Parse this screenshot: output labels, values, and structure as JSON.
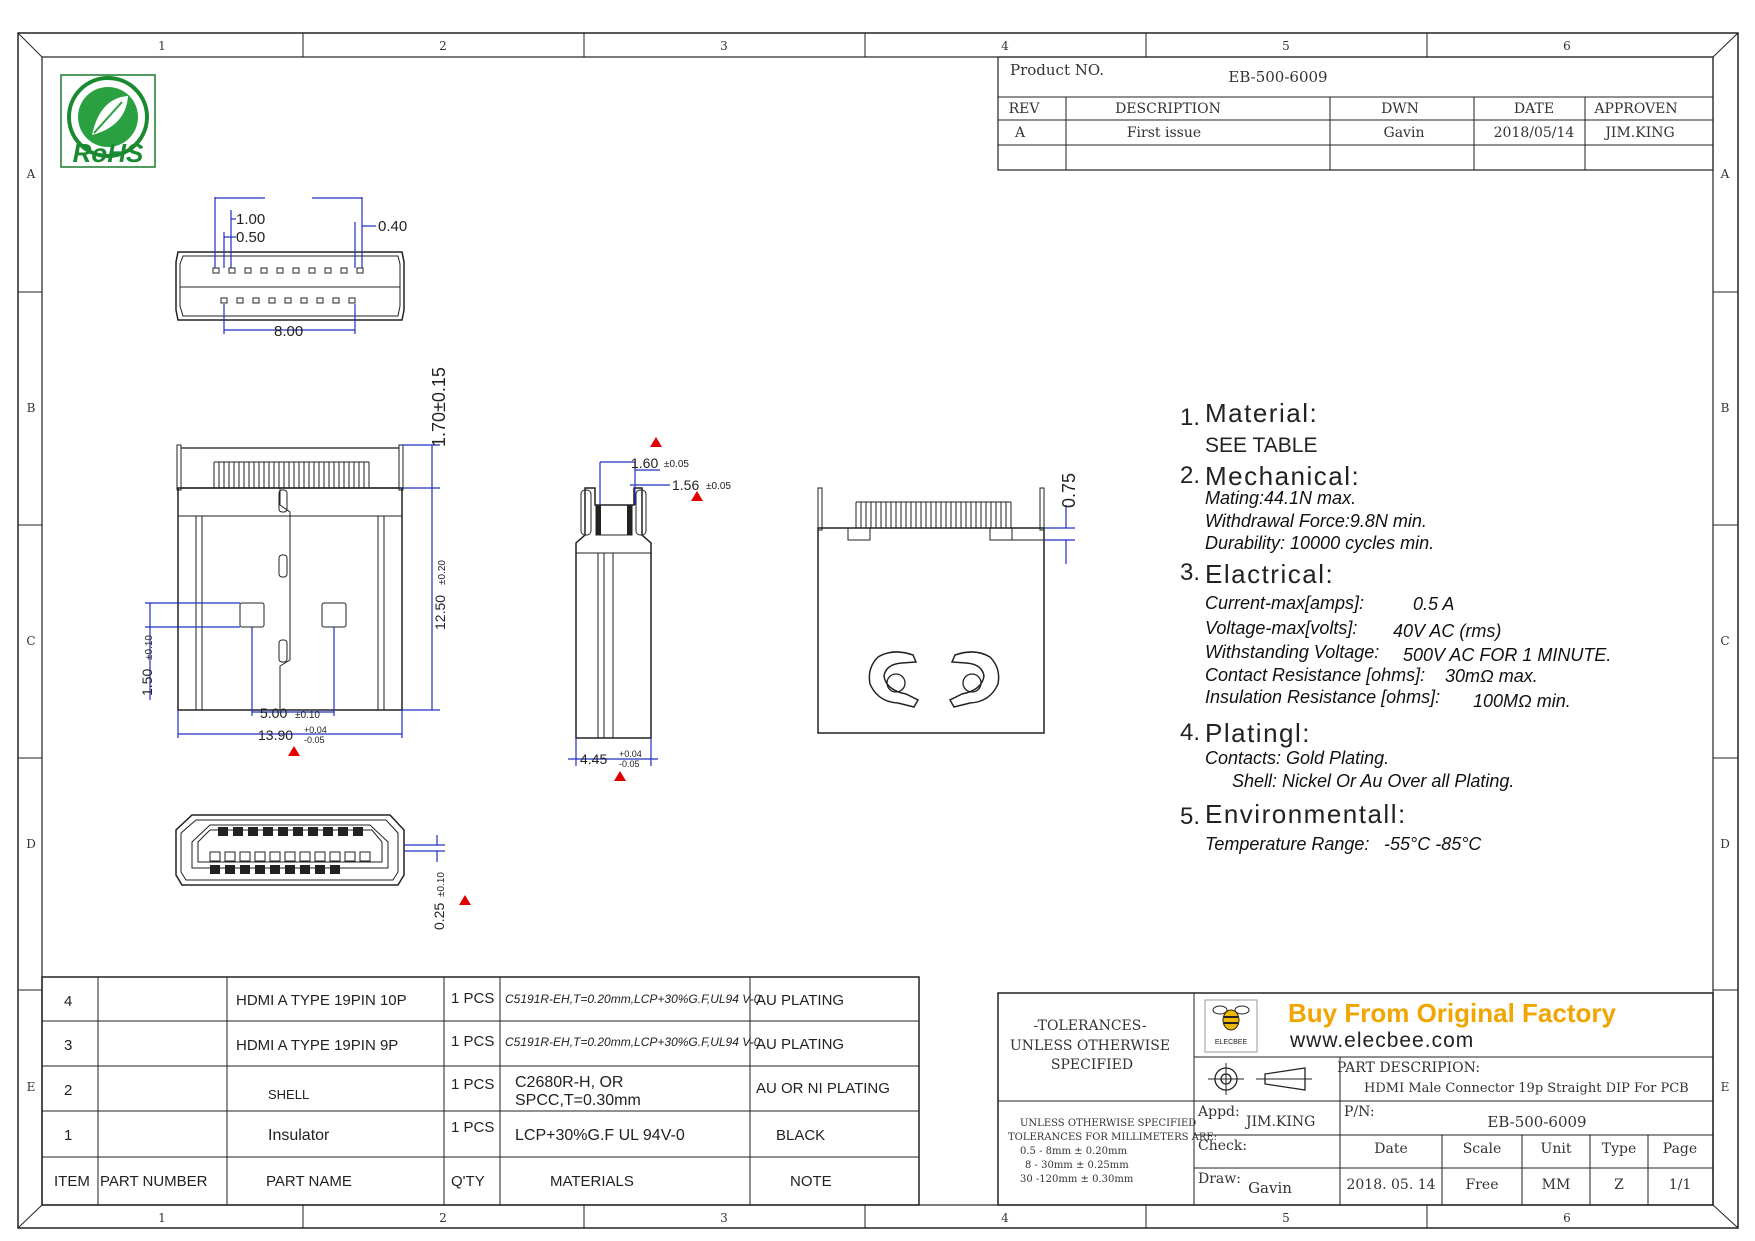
{
  "grid": {
    "columns": [
      "1",
      "2",
      "3",
      "4",
      "5",
      "6"
    ],
    "rows": [
      "A",
      "B",
      "C",
      "D",
      "E"
    ]
  },
  "logo": {
    "rohs_text": "RoHS"
  },
  "title_block": {
    "product_no_label": "Product NO.",
    "product_no": "EB-500-6009",
    "headers": {
      "rev": "REV",
      "description": "DESCRIPTION",
      "dwn": "DWN",
      "date": "DATE",
      "approven": "APPROVEN"
    },
    "rows": [
      {
        "rev": "A",
        "description": "First issue",
        "dwn": "Gavin",
        "date": "2018/05/14",
        "approven": "JIM.KING"
      }
    ]
  },
  "dimensions": {
    "top_view": {
      "d1": "1.00",
      "d2": "0.50",
      "d3": "0.40",
      "d4": "8.00"
    },
    "front_view": {
      "height1": "1.70±0.15",
      "height2": "12.50",
      "height2_tol": "±0.20",
      "w1": "5.00",
      "w1_tol": "±0.10",
      "w2": "13.90",
      "w2_tol_up": "+0.04",
      "w2_tol_dn": "-0.05",
      "h3": "1.50",
      "h3_tol": "±0.10"
    },
    "side_view": {
      "a": "1.60",
      "a_tol": "±0.05",
      "b": "1.56",
      "b_tol": "±0.05",
      "c": "4.45",
      "c_tol_up": "+0.04",
      "c_tol_dn": "-0.05"
    },
    "back_view": {
      "h": "0.75"
    },
    "bottom_view": {
      "h": "0.25",
      "h_tol": "±0.10"
    }
  },
  "specs": [
    {
      "num": "1.",
      "title": "Material:",
      "lines": [
        {
          "label": "SEE TABLE",
          "value": ""
        }
      ]
    },
    {
      "num": "2.",
      "title": "Mechanical:",
      "lines": [
        {
          "label": "Mating:44.1N  max.",
          "value": ""
        },
        {
          "label": "Withdrawal  Force:9.8N  min.",
          "value": ""
        },
        {
          "label": "Durability: 10000  cycles  min.",
          "value": ""
        }
      ]
    },
    {
      "num": "3.",
      "title": "Elactrical:",
      "lines": [
        {
          "label": "Current-max[amps]:",
          "value": "0.5  A"
        },
        {
          "label": "Voltage-max[volts]:",
          "value": "40V  AC  (rms)"
        },
        {
          "label": "Withstanding  Voltage:",
          "value": "500V  AC  FOR  1  MINUTE."
        },
        {
          "label": "Contact  Resistance  [ohms]:",
          "value": "30mΩ max."
        },
        {
          "label": "Insulation  Resistance  [ohms]:",
          "value": "100MΩ min."
        }
      ]
    },
    {
      "num": "4.",
      "title": "Platingl:",
      "lines": [
        {
          "label": "Contacts: Gold     Plating.",
          "value": ""
        },
        {
          "label": "Shell:  Nickel  Or  Au  Over  all  Plating.",
          "value": ""
        }
      ]
    },
    {
      "num": "5.",
      "title": "Environmentall:",
      "lines": [
        {
          "label": "Temperature  Range:",
          "value": "-55°C  -85°C"
        }
      ]
    }
  ],
  "bom": {
    "headers": {
      "item": "ITEM",
      "part_number": "PART NUMBER",
      "part_name": "PART NAME",
      "qty": "Q'TY",
      "materials": "MATERIALS",
      "note": "NOTE"
    },
    "rows": [
      {
        "item": "4",
        "part_number": "",
        "part_name": "HDMI  A  TYPE  19PIN  10P",
        "qty": "1  PCS",
        "materials": "C5191R-EH,T=0.20mm,LCP+30%G.F,UL94  V-0",
        "note": "AU  PLATING"
      },
      {
        "item": "3",
        "part_number": "",
        "part_name": "HDMI  A  TYPE  19PIN  9P",
        "qty": "1  PCS",
        "materials": "C5191R-EH,T=0.20mm,LCP+30%G.F,UL94  V-0",
        "note": "AU  PLATING"
      },
      {
        "item": "2",
        "part_number": "",
        "part_name": "SHELL",
        "qty": "1  PCS",
        "materials": "C2680R-H, OR",
        "materials2": "SPCC,T=0.30mm",
        "note": "AU  OR  NI  PLATING"
      },
      {
        "item": "1",
        "part_number": "",
        "part_name": "Insulator",
        "qty": "1  PCS",
        "materials": "LCP+30%G.F  UL  94V-0",
        "note": "BLACK"
      }
    ]
  },
  "tolerances": {
    "title1": "-TOLERANCES-",
    "title2": "UNLESS  OTHERWISE",
    "title3": "SPECIFIED",
    "sub1": "UNLESS OTHERWISE SPECIFIED",
    "sub2": "TOLERANCES FOR MILLIMETERS ARE:",
    "r1": "0.5 - 8mm  ± 0.20mm",
    "r2": "8 - 30mm  ± 0.25mm",
    "r3": "30 -120mm  ± 0.30mm"
  },
  "company": {
    "logo_text": "ELECBEE",
    "slogan": "Buy From Original Factory",
    "website": "www.elecbee.com",
    "slogan_color": "#f0a500"
  },
  "part_block": {
    "desc_label": "PART DESCRIPION:",
    "description": "HDMI Male Connector 19p Straight DIP For PCB",
    "appd_label": "Appd:",
    "appd": "JIM.KING",
    "pn_label": "P/N:",
    "pn": "EB-500-6009",
    "check_label": "Check:",
    "draw_label": "Draw:",
    "draw": "Gavin",
    "col_date": "Date",
    "col_scale": "Scale",
    "col_unit": "Unit",
    "col_type": "Type",
    "col_page": "Page",
    "date": "2018. 05. 14",
    "scale": "Free",
    "unit": "MM",
    "type": "Z",
    "page": "1/1"
  }
}
